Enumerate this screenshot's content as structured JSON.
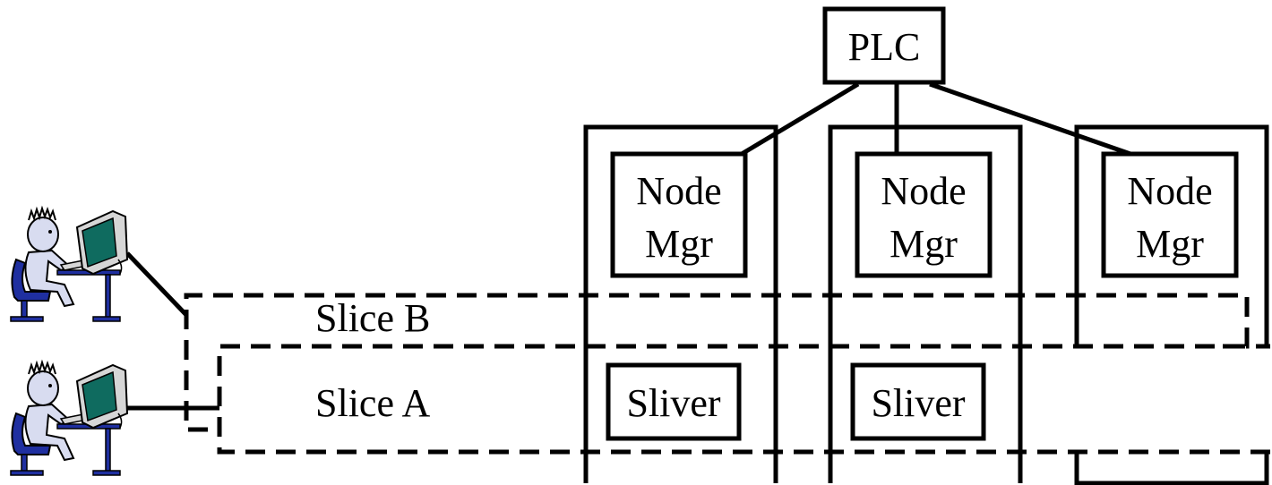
{
  "plc": {
    "label": "PLC"
  },
  "nodes": [
    {
      "manager": {
        "line1": "Node",
        "line2": "Mgr"
      },
      "sliver": "Sliver"
    },
    {
      "manager": {
        "line1": "Node",
        "line2": "Mgr"
      },
      "sliver": "Sliver"
    },
    {
      "manager": {
        "line1": "Node",
        "line2": "Mgr"
      }
    }
  ],
  "slices": [
    {
      "label": "Slice B"
    },
    {
      "label": "Slice A"
    }
  ],
  "users": [
    {
      "icon": "user-at-computer-icon"
    },
    {
      "icon": "user-at-computer-icon"
    }
  ],
  "colors": {
    "line": "#000000",
    "skin": "#d8dcf0",
    "chair": "#1f2fa0",
    "screen": "#0f6b5f",
    "monitor": "#d6d6d6"
  }
}
